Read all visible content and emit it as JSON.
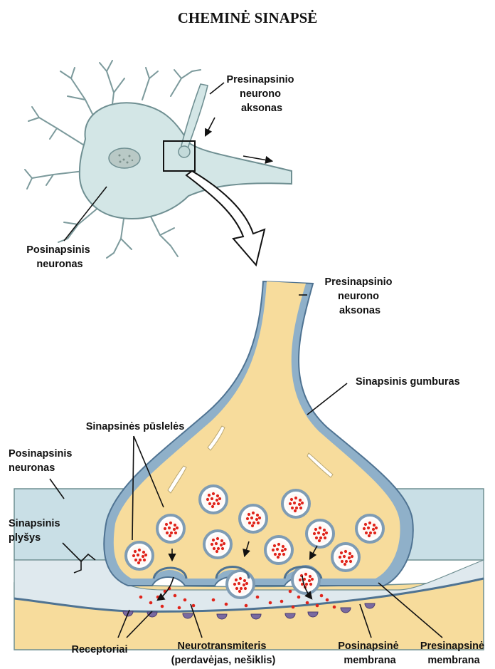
{
  "title": "CHEMINĖ SINAPSĖ",
  "labels": {
    "presyn_axon_top": [
      "Presinapsinio",
      "neurono",
      "aksonas"
    ],
    "postsyn_neuron_top": [
      "Posinapsinis",
      "neuronas"
    ],
    "presyn_axon_bottom": [
      "Presinapsinio",
      "neurono",
      "aksonas"
    ],
    "synaptic_knob": "Sinapsinis gumburas",
    "synaptic_vesicles": "Sinapsinės pūslelės",
    "postsyn_neuron_bottom": [
      "Posinapsinis",
      "neuronas"
    ],
    "synaptic_cleft": [
      "Sinapsinis",
      "plyšys"
    ],
    "receptors": "Receptoriai",
    "neurotransmitter": [
      "Neurotransmiteris",
      "(perdavėjas, nešiklis)"
    ],
    "postsyn_membrane": [
      "Posinapsinė",
      "membrana"
    ],
    "presyn_membrane": [
      "Presinapsinė",
      "membrana"
    ]
  },
  "colors": {
    "neuron_fill": "#d3e6e6",
    "neuron_stroke": "#6f8f92",
    "knob_fill": "#f7dc9c",
    "membrane_blue": "#8fb0c9",
    "membrane_dark": "#4f7392",
    "post_blue": "#c9dfe6",
    "cleft_fill": "#dfe9ee",
    "vesicle_ring": "#7f9cb4",
    "neurotransmitter": "#e0241b",
    "receptor": "#7a6aa0"
  }
}
